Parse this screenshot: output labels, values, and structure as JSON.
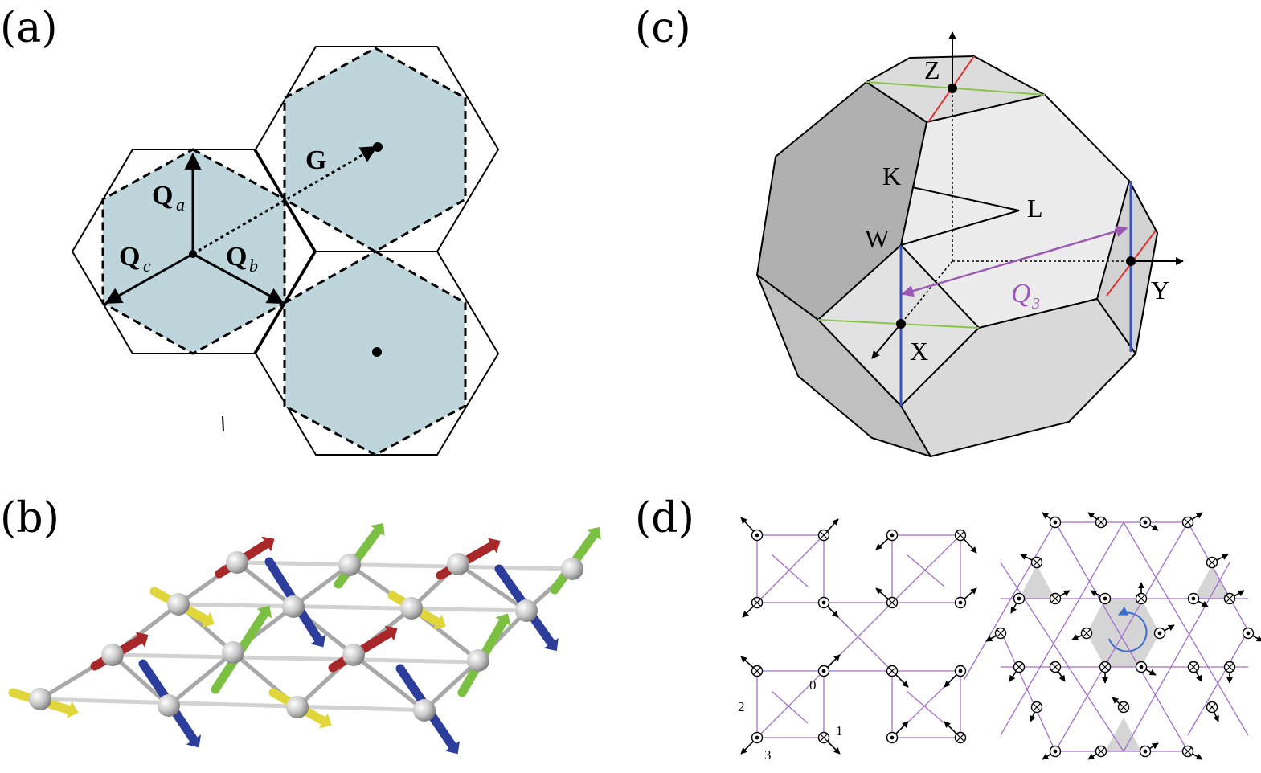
{
  "panels": {
    "a": {
      "letter": "(a)",
      "label_G": "G",
      "label_Qa": "Q",
      "sub_a": "a",
      "label_Qb": "Q",
      "sub_b": "b",
      "label_Qc": "Q",
      "sub_c": "c"
    },
    "b": {
      "letter": "(b)"
    },
    "c": {
      "letter": "(c)",
      "label_Z": "Z",
      "label_K": "K",
      "label_L": "L",
      "label_W": "W",
      "label_X": "X",
      "label_Y": "Y",
      "label_Q": "Q",
      "sub_3": "3"
    },
    "d": {
      "letter": "(d)",
      "site_0": "0",
      "site_1": "1",
      "site_2": "2",
      "site_3": "3"
    }
  },
  "colors": {
    "zone_fill": "#bed6db",
    "face_light": "#ececec",
    "face_mid": "#d6d6d6",
    "face_dark": "#b4b4b4",
    "purple": "#9b59b6",
    "red_spin": "#a8282a",
    "blue_spin": "#2c3d9c",
    "green_spin": "#7cc043",
    "yellow_spin": "#e0d63a",
    "lattice_line": "#a36fc9"
  }
}
